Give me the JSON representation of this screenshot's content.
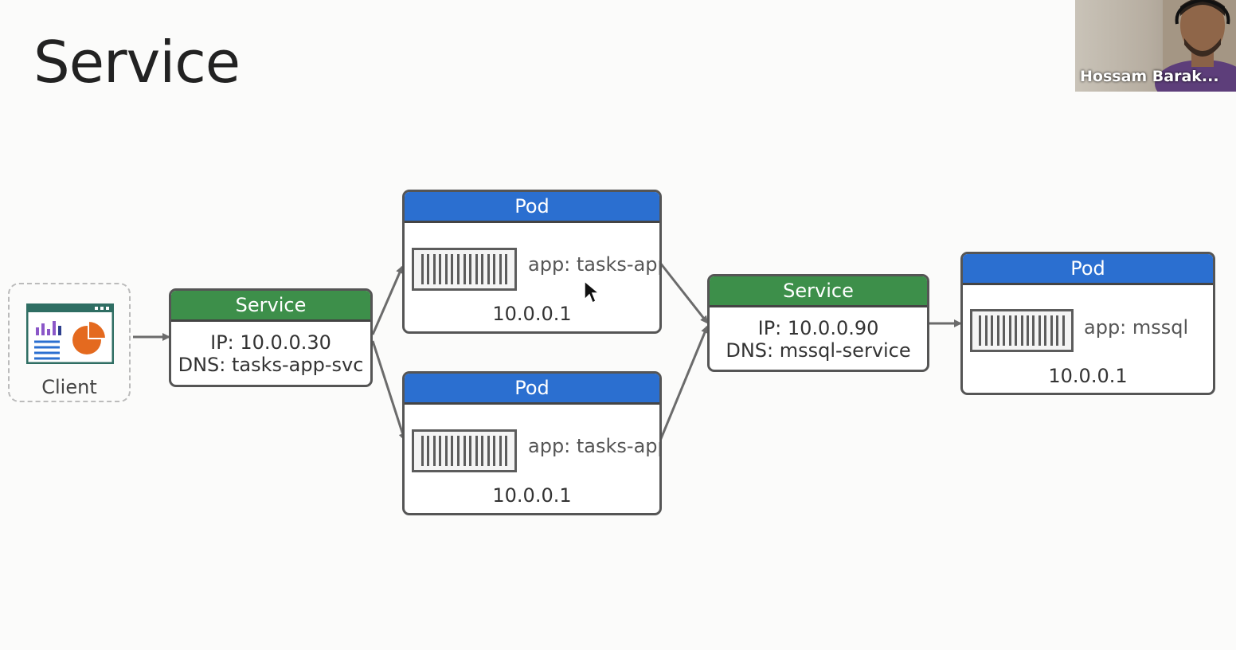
{
  "title": "Service",
  "client": {
    "label": "Client"
  },
  "service_front": {
    "header": "Service",
    "ip": "IP: 10.0.0.30",
    "dns": "DNS: tasks-app-svc"
  },
  "pod_top": {
    "header": "Pod",
    "label": "app: tasks-app",
    "ip": "10.0.0.1"
  },
  "pod_bottom": {
    "header": "Pod",
    "label": "app: tasks-app",
    "ip": "10.0.0.1"
  },
  "service_db": {
    "header": "Service",
    "ip": "IP: 10.0.0.90",
    "dns": "DNS: mssql-service"
  },
  "pod_db": {
    "header": "Pod",
    "label": "app: mssql",
    "ip": "10.0.0.1"
  },
  "participant": {
    "name": "Hossam Barak..."
  },
  "colors": {
    "service_header": "#3d8f4a",
    "pod_header": "#2b6fd0",
    "border": "#555555",
    "arrow": "#6b6b6b"
  },
  "icons": {
    "client": "dashboard-window-icon",
    "container": "container-icon",
    "cursor": "mouse-pointer-icon"
  }
}
